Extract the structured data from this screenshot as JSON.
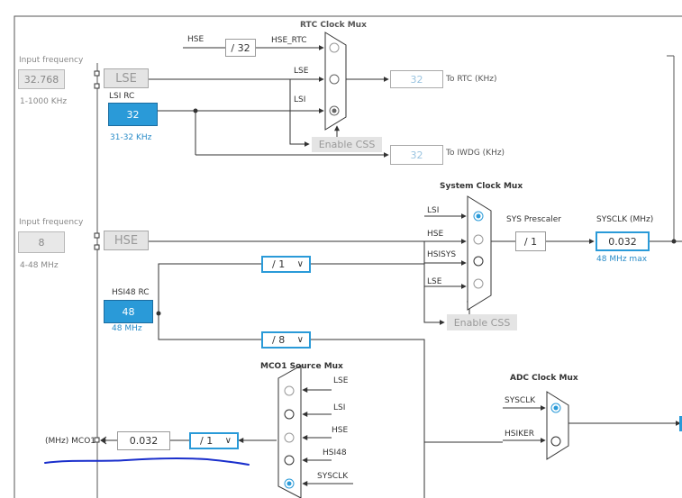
{
  "rtc_mux": {
    "title": "RTC Clock Mux"
  },
  "lse": {
    "input_label": "Input frequency",
    "input_value": "32.768",
    "range": "1-1000 KHz",
    "name": "LSE"
  },
  "lsi": {
    "name": "LSI RC",
    "value": "32",
    "range": "31-32 KHz"
  },
  "hse_rtc": {
    "hse_label": "HSE",
    "divider": "/ 32",
    "out_label": "HSE_RTC"
  },
  "rtc_inputs": {
    "lse": "LSE",
    "lsi": "LSI"
  },
  "rtc_out": {
    "value": "32",
    "label": "To RTC (KHz)"
  },
  "iwdg_out": {
    "value": "32",
    "label": "To IWDG (KHz)"
  },
  "enable_css_1": "Enable CSS",
  "hse": {
    "input_label": "Input frequency",
    "input_value": "8",
    "range": "4-48 MHz",
    "name": "HSE"
  },
  "sys_mux": {
    "title": "System Clock Mux",
    "inputs": [
      "LSI",
      "HSE",
      "HSISYS",
      "LSE"
    ]
  },
  "sys_prescaler": {
    "label": "SYS Prescaler",
    "value": "/ 1"
  },
  "sysclk": {
    "label": "SYSCLK (MHz)",
    "value": "0.032",
    "max": "48 MHz max"
  },
  "hsisys_div": {
    "value": "/ 1"
  },
  "hsi48": {
    "name": "HSI48 RC",
    "value": "48",
    "range": "48 MHz"
  },
  "enable_css_2": "Enable CSS",
  "div8": {
    "value": "/ 8"
  },
  "mco_mux": {
    "title": "MCO1 Source Mux",
    "inputs": [
      "LSE",
      "LSI",
      "HSE",
      "HSI48",
      "SYSCLK"
    ]
  },
  "mco": {
    "label": "(MHz) MCO1",
    "value": "0.032",
    "divider": "/ 1"
  },
  "adc_mux": {
    "title": "ADC Clock Mux",
    "inputs": [
      "SYSCLK",
      "HSIKER"
    ]
  },
  "colors": {
    "accent": "#2a9ad8",
    "line": "#333333",
    "annotation": "#1a2fcc"
  }
}
